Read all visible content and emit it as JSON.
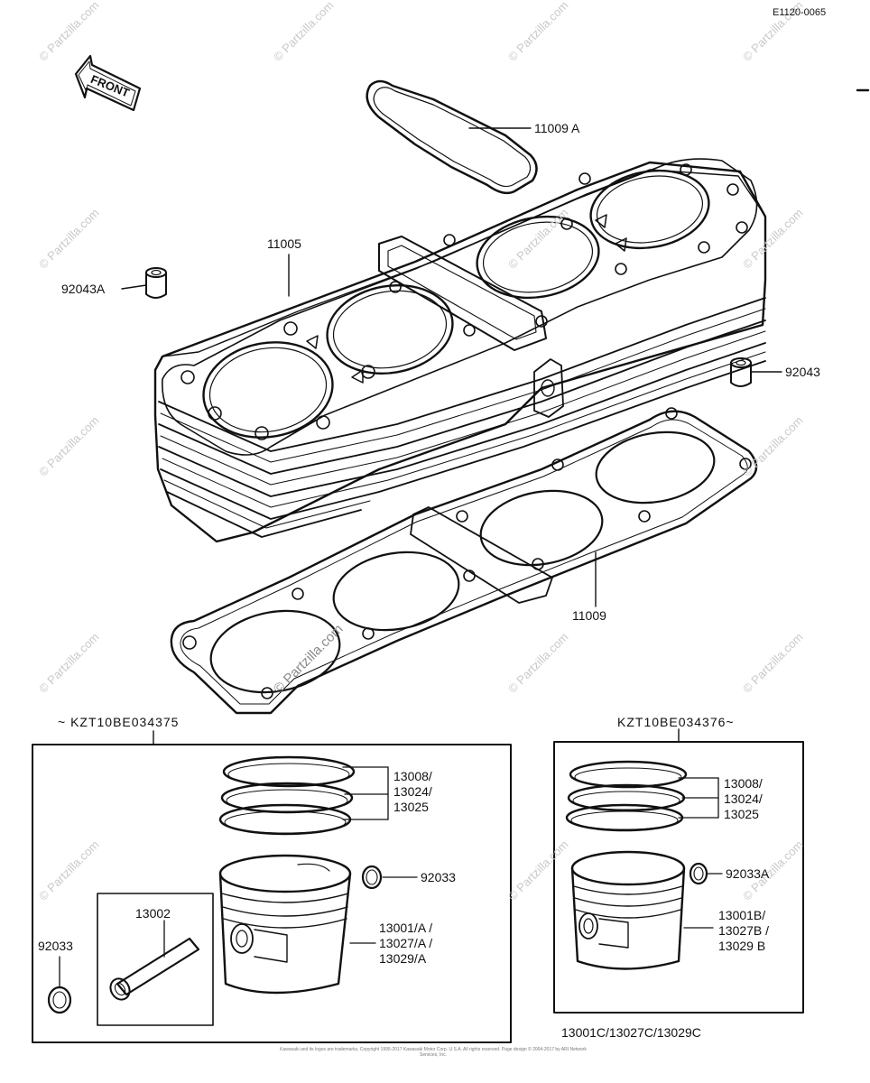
{
  "diagram": {
    "code": "E1120-0065",
    "front_label": "FRONT",
    "serial_left": "~ KZT10BE034375",
    "serial_right": "KZT10BE034376~",
    "watermark": "© Partzilla.com",
    "footer_notice": "Kawasaki and its logos are trademarks, Copyright 1995-2017 Kawasaki Motor Corp. U.S.A. All rights reserved. Page design © 2004-2017 by ARI Network Services, Inc.",
    "colors": {
      "line": "#111111",
      "watermark": "#c9c9c9"
    }
  },
  "parts": {
    "p11009A": "11009 A",
    "p11005": "11005",
    "p92043A": "92043A",
    "p92043": "92043",
    "p11009": "11009",
    "left_rings": "13008/\n13024/\n13025",
    "left_clip": "92033",
    "left_pin": "13002",
    "left_pin_clip": "92033",
    "left_piston": "13001/A /\n13027/A /\n13029/A",
    "right_rings": "13008/\n13024/\n13025",
    "right_clip": "92033A",
    "right_piston": "13001B/\n13027B /\n13029 B",
    "right_bottom": "13001C/13027C/13029C"
  }
}
